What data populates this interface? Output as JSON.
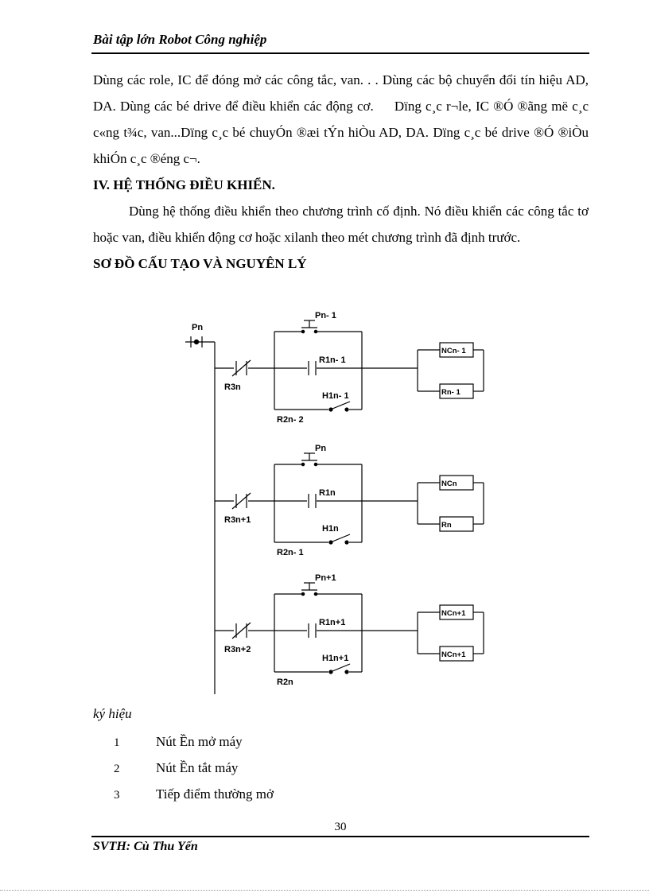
{
  "header": {
    "title": "Bài tập lớn Robot Công nghiệp"
  },
  "content": {
    "para1": " Dùng các role, IC để đóng mở các công tắc, van. . . Dùng các bộ chuyển đổi tín hiệu AD, DA. Dùng các bé drive để điều khiển các động cơ.     Dïng c¸c r¬le, IC ®Ó ®ãng më c¸c c«ng t¾c, van...Dïng c¸c bé chuyÓn ®æi tÝn hiÒu AD, DA. Dïng c¸c bé drive ®Ó ®iÒu khiÓn c¸c ®éng c¬.",
    "heading1": "IV. HỆ THỐNG ĐIỀU KHIỂN.",
    "para2": "Dùng hệ thống điều khiển theo chương trình cố định. Nó điều khiển các công tắc tơ hoặc van, điều khiển động cơ hoặc xilanh theo mét chương trình đã định trước.",
    "heading2": "SƠ ĐỒ CẤU TẠO VÀ NGUYÊN LÝ"
  },
  "diagram": {
    "power_label": "Pn",
    "rungs": [
      {
        "button": "Pn- 1",
        "relay": "R1n- 1",
        "lamp": "H1n- 1",
        "stop": "R2n- 2",
        "input": "R3n",
        "out_top": "NCn- 1",
        "out_bottom": "Rn- 1"
      },
      {
        "button": "Pn",
        "relay": "R1n",
        "lamp": "H1n",
        "stop": "R2n- 1",
        "input": "R3n+1",
        "out_top": "NCn",
        "out_bottom": "Rn"
      },
      {
        "button": "Pn+1",
        "relay": "R1n+1",
        "lamp": "H1n+1",
        "stop": "R2n",
        "input": "R3n+2",
        "out_top": "NCn+1",
        "out_bottom": "NCn+1"
      }
    ]
  },
  "legend": {
    "title": "ký hiệu",
    "items": [
      {
        "num": "1",
        "label": "Nút Ền mở máy"
      },
      {
        "num": "2",
        "label": "Nút Ền tắt máy"
      },
      {
        "num": "3",
        "label": "Tiếp điểm thường mở"
      }
    ]
  },
  "footer": {
    "author": "SVTH: Cù Thu Yến",
    "page_number": "30"
  }
}
